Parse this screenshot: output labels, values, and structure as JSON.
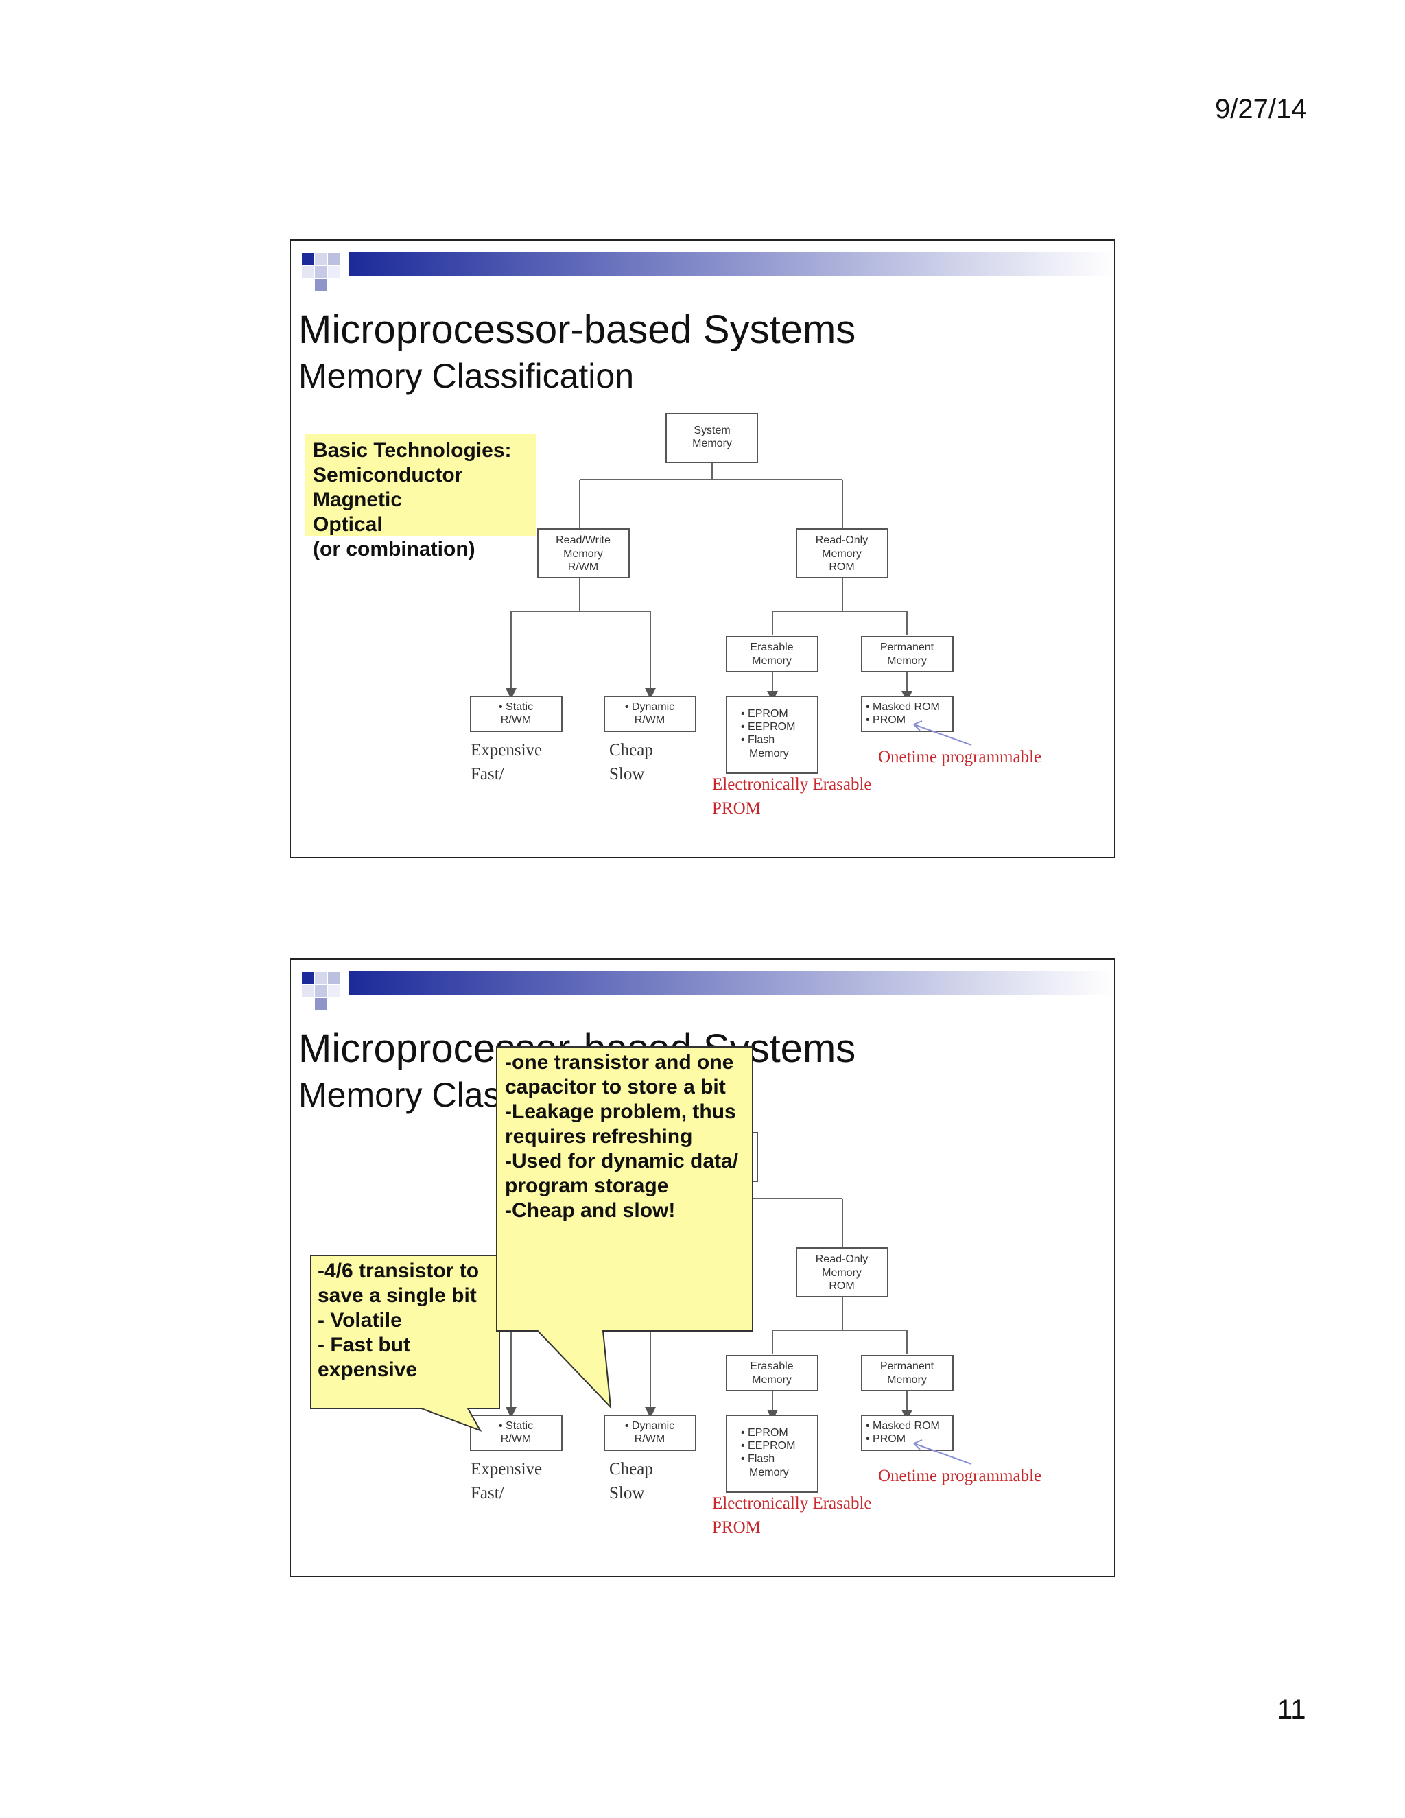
{
  "page": {
    "date": "9/27/14",
    "number": "11"
  },
  "slides": [
    {
      "title": "Microprocessor-based Systems",
      "subtitle": "Memory Classification",
      "tech_box": [
        "Basic Technologies:",
        "Semiconductor",
        "Magnetic",
        "Optical",
        "(or combination)"
      ],
      "diagram": {
        "system": [
          "System",
          "Memory"
        ],
        "rw": [
          "Read/Write",
          "Memory",
          "R/WM"
        ],
        "ro": [
          "Read-Only",
          "Memory",
          "ROM"
        ],
        "erasable": [
          "Erasable",
          "Memory"
        ],
        "permanent": [
          "Permanent",
          "Memory"
        ],
        "static": [
          "• Static",
          "R/WM"
        ],
        "dynamic": [
          "• Dynamic",
          "R/WM"
        ],
        "eprom": [
          "• EPROM",
          "• EEPROM",
          "• Flash",
          "Memory"
        ],
        "masked": [
          "• Masked ROM",
          "• PROM"
        ]
      },
      "notes": {
        "static_1": "Expensive",
        "static_2": "Fast/",
        "dynamic_1": "Cheap",
        "dynamic_2": "Slow",
        "eeprom_1": "Electronically Erasable",
        "eeprom_2": "PROM",
        "prom": "Onetime programmable"
      }
    },
    {
      "title": "Microprocessor-based Systems",
      "subtitle": "Memory Classification",
      "callout_static": [
        "-4/6 transistor to",
        "save a single bit",
        "- Volatile",
        "- Fast but",
        "expensive"
      ],
      "callout_dynamic": [
        "-one transistor and one",
        "capacitor to store a bit",
        "-Leakage problem, thus",
        "requires refreshing",
        "-Used for dynamic data/",
        "program storage",
        "-Cheap and slow!"
      ],
      "diagram": {
        "ro": [
          "Read-Only",
          "Memory",
          "ROM"
        ],
        "erasable": [
          "Erasable",
          "Memory"
        ],
        "permanent": [
          "Permanent",
          "Memory"
        ],
        "static": [
          "• Static",
          "R/WM"
        ],
        "dynamic": [
          "• Dynamic",
          "R/WM"
        ],
        "eprom": [
          "• EPROM",
          "• EEPROM",
          "• Flash",
          "Memory"
        ],
        "masked": [
          "• Masked ROM",
          "• PROM"
        ]
      },
      "notes": {
        "static_1": "Expensive",
        "static_2": "Fast/",
        "dynamic_1": "Cheap",
        "dynamic_2": "Slow",
        "eeprom_1": "Electronically Erasable",
        "eeprom_2": "PROM",
        "prom": "Onetime programmable"
      }
    }
  ]
}
